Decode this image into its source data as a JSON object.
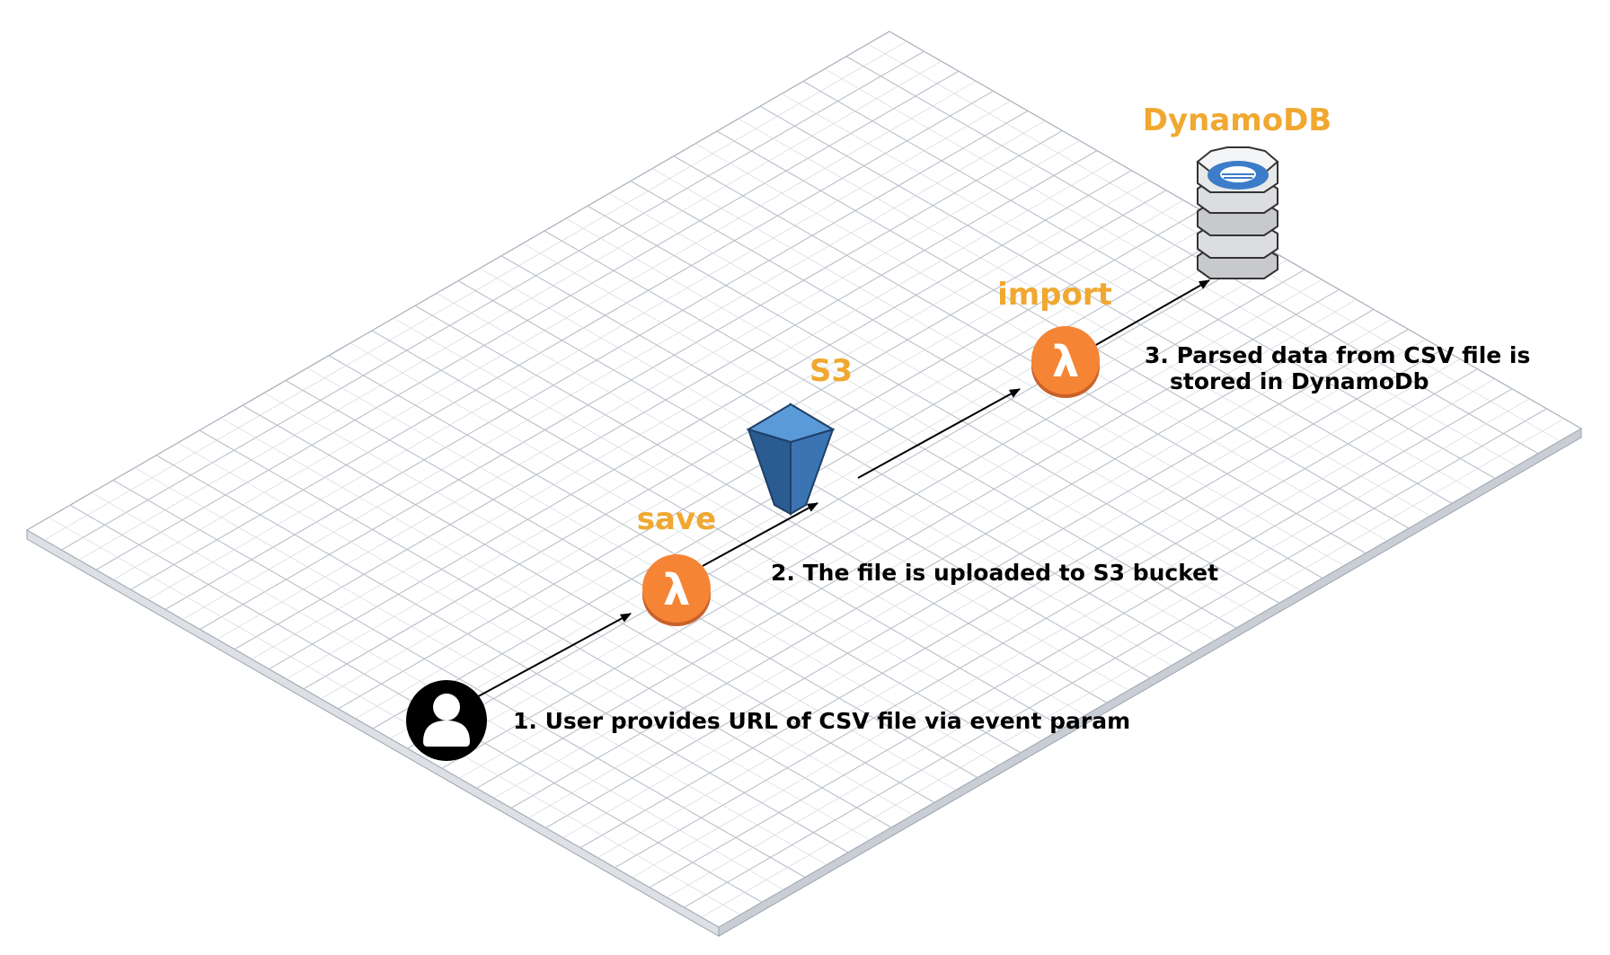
{
  "colors": {
    "accent": "#f0a830",
    "lambda": "#f58534",
    "lambda_dark": "#c8612a",
    "s3_light": "#4a8ccf",
    "s3_dark": "#2a5c92",
    "ink": "#000000",
    "grid_line": "#d4d8de",
    "grid_major": "#b9c0ca"
  },
  "icons": {
    "user": "user-icon",
    "save": "lambda-icon",
    "s3": "s3-bucket-icon",
    "import": "lambda-icon",
    "dynamodb": "dynamodb-icon"
  },
  "nodes": {
    "save": {
      "label": "save",
      "glyph": "λ"
    },
    "s3": {
      "label": "S3"
    },
    "import": {
      "label": "import",
      "glyph": "λ"
    },
    "dynamodb": {
      "label": "DynamoDB"
    }
  },
  "steps": {
    "step1": "1. User provides URL of CSV file via event param",
    "step2": "2. The file is uploaded to S3 bucket",
    "step3_line1": "3. Parsed data from CSV file is",
    "step3_line2": "stored in DynamoDb"
  }
}
